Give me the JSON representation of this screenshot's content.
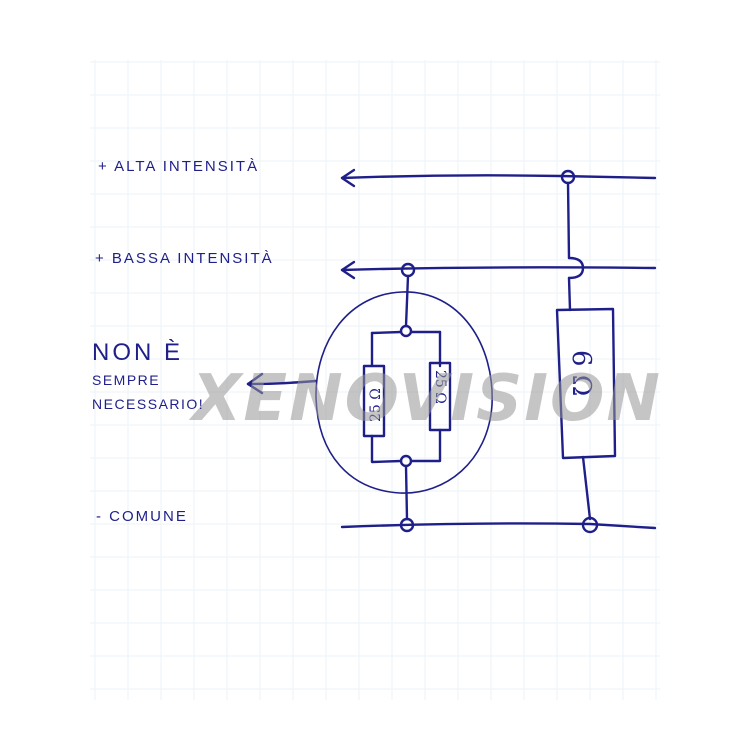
{
  "diagram": {
    "type": "hand-drawn wiring schematic",
    "ink_color": "#1f1f8a",
    "paper_color": "#ffffff",
    "grid_color": "#e8f0f6",
    "labels": {
      "high_intensity": "+ ALTA INTENSITÀ",
      "low_intensity": "+ BASSA INTENSITÀ",
      "common": "- COMUNE"
    },
    "note": {
      "line1": "NON È",
      "line2": "SEMPRE",
      "line3": "NECESSARIO!"
    },
    "components": {
      "parallel_resistor_left": "25 Ω",
      "parallel_resistor_right": "25 Ω",
      "series_resistor": "6 Ω"
    },
    "watermark": "XENOVISION"
  }
}
